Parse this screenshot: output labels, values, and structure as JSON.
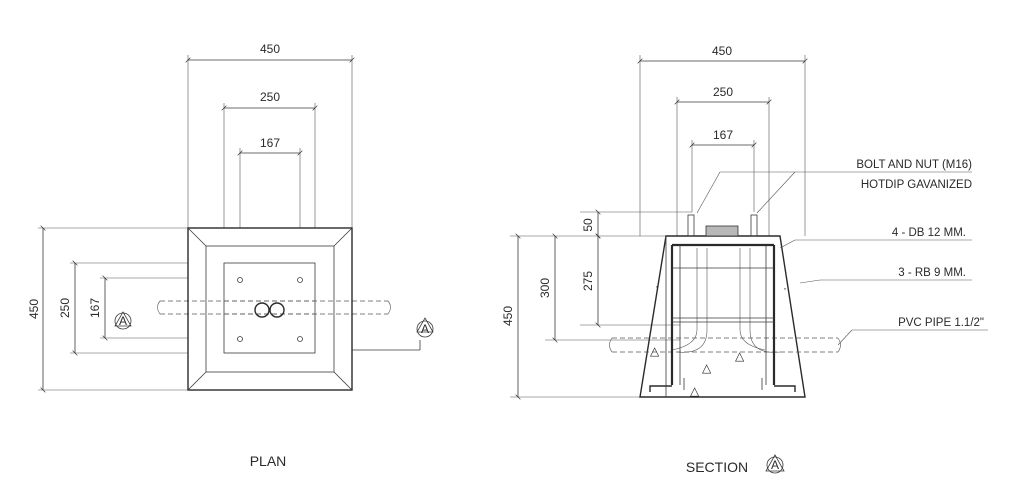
{
  "plan": {
    "title": "PLAN",
    "dims": {
      "top_outer": "450",
      "top_mid": "250",
      "top_inner": "167",
      "left_outer": "450",
      "left_mid": "250",
      "left_inner": "167"
    },
    "section_marker": "A"
  },
  "section": {
    "title": "SECTION",
    "marker": "A",
    "dims": {
      "top_outer": "450",
      "top_mid": "250",
      "top_inner": "167",
      "left_50": "50",
      "left_275": "275",
      "left_300": "300",
      "left_450": "450"
    },
    "labels": {
      "bolt_line1": "BOLT AND NUT (M16)",
      "bolt_line2": "HOTDIP GAVANIZED",
      "db": "4 - DB 12 MM.",
      "rb": "3 - RB 9 MM.",
      "pvc": "PVC PIPE 1.1/2\""
    }
  }
}
